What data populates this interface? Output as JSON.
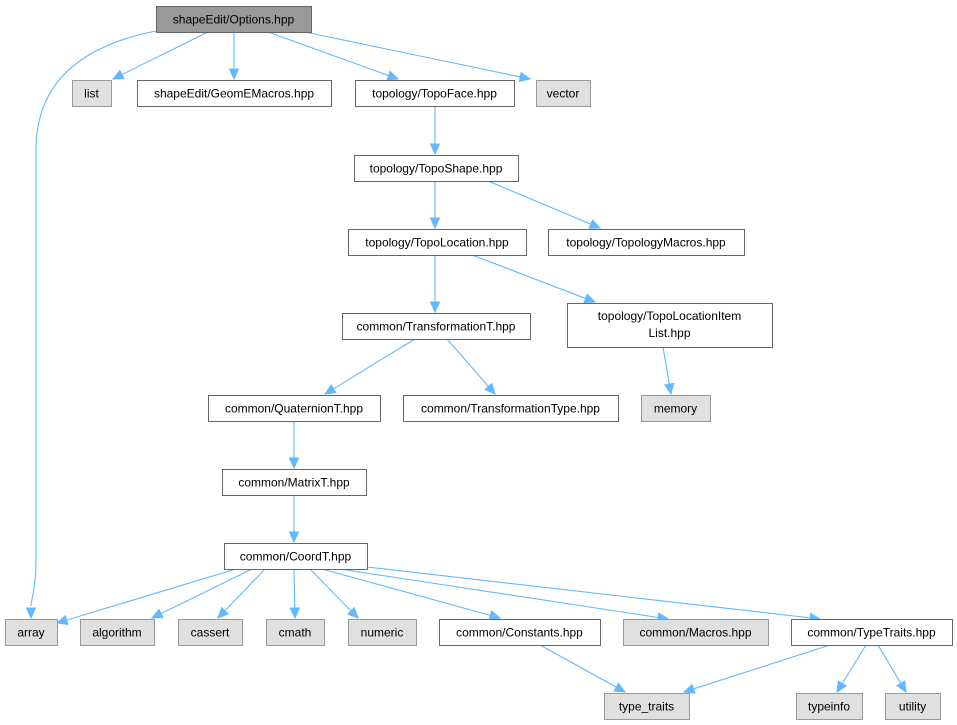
{
  "graph": {
    "title": "Include dependency graph for shapeEdit/Options.hpp",
    "colors": {
      "edge": "#63b8ff",
      "root_fill": "#999999",
      "root_border": "#666666",
      "file_fill": "#ffffff",
      "file_border": "#666666",
      "system_fill": "#e0e0e0",
      "system_border": "#999999"
    }
  },
  "nodes": [
    {
      "id": "options",
      "label": "shapeEdit/Options.hpp",
      "kind": "root"
    },
    {
      "id": "list",
      "label": "list",
      "kind": "system"
    },
    {
      "id": "geomemacros",
      "label": "shapeEdit/GeomEMacros.hpp",
      "kind": "file"
    },
    {
      "id": "topoface",
      "label": "topology/TopoFace.hpp",
      "kind": "file"
    },
    {
      "id": "vector",
      "label": "vector",
      "kind": "system"
    },
    {
      "id": "toposhape",
      "label": "topology/TopoShape.hpp",
      "kind": "file"
    },
    {
      "id": "topolocation",
      "label": "topology/TopoLocation.hpp",
      "kind": "file"
    },
    {
      "id": "topologymacros",
      "label": "topology/TopologyMacros.hpp",
      "kind": "file"
    },
    {
      "id": "transformationt",
      "label": "common/TransformationT.hpp",
      "kind": "file"
    },
    {
      "id": "itemlist",
      "label": "topology/TopoLocationItem",
      "label2": "List.hpp",
      "kind": "file"
    },
    {
      "id": "quaterniont",
      "label": "common/QuaternionT.hpp",
      "kind": "file"
    },
    {
      "id": "transformationtype",
      "label": "common/TransformationType.hpp",
      "kind": "file"
    },
    {
      "id": "memory",
      "label": "memory",
      "kind": "system"
    },
    {
      "id": "matrixt",
      "label": "common/MatrixT.hpp",
      "kind": "file"
    },
    {
      "id": "coordt",
      "label": "common/CoordT.hpp",
      "kind": "file"
    },
    {
      "id": "array",
      "label": "array",
      "kind": "system"
    },
    {
      "id": "algorithm",
      "label": "algorithm",
      "kind": "system"
    },
    {
      "id": "cassert",
      "label": "cassert",
      "kind": "system"
    },
    {
      "id": "cmath",
      "label": "cmath",
      "kind": "system"
    },
    {
      "id": "numeric",
      "label": "numeric",
      "kind": "system"
    },
    {
      "id": "constants",
      "label": "common/Constants.hpp",
      "kind": "file"
    },
    {
      "id": "macros",
      "label": "common/Macros.hpp",
      "kind": "system"
    },
    {
      "id": "typetraits",
      "label": "common/TypeTraits.hpp",
      "kind": "file"
    },
    {
      "id": "type_traits",
      "label": "type_traits",
      "kind": "system"
    },
    {
      "id": "typeinfo",
      "label": "typeinfo",
      "kind": "system"
    },
    {
      "id": "utility",
      "label": "utility",
      "kind": "system"
    }
  ],
  "edges": [
    [
      "options",
      "list"
    ],
    [
      "options",
      "geomemacros"
    ],
    [
      "options",
      "topoface"
    ],
    [
      "options",
      "vector"
    ],
    [
      "options",
      "array"
    ],
    [
      "topoface",
      "toposhape"
    ],
    [
      "toposhape",
      "topolocation"
    ],
    [
      "toposhape",
      "topologymacros"
    ],
    [
      "topolocation",
      "transformationt"
    ],
    [
      "topolocation",
      "itemlist"
    ],
    [
      "itemlist",
      "memory"
    ],
    [
      "transformationt",
      "quaterniont"
    ],
    [
      "transformationt",
      "transformationtype"
    ],
    [
      "quaterniont",
      "matrixt"
    ],
    [
      "matrixt",
      "coordt"
    ],
    [
      "coordt",
      "array"
    ],
    [
      "coordt",
      "algorithm"
    ],
    [
      "coordt",
      "cassert"
    ],
    [
      "coordt",
      "cmath"
    ],
    [
      "coordt",
      "numeric"
    ],
    [
      "coordt",
      "constants"
    ],
    [
      "coordt",
      "macros"
    ],
    [
      "coordt",
      "typetraits"
    ],
    [
      "constants",
      "type_traits"
    ],
    [
      "typetraits",
      "type_traits"
    ],
    [
      "typetraits",
      "typeinfo"
    ],
    [
      "typetraits",
      "utility"
    ]
  ]
}
